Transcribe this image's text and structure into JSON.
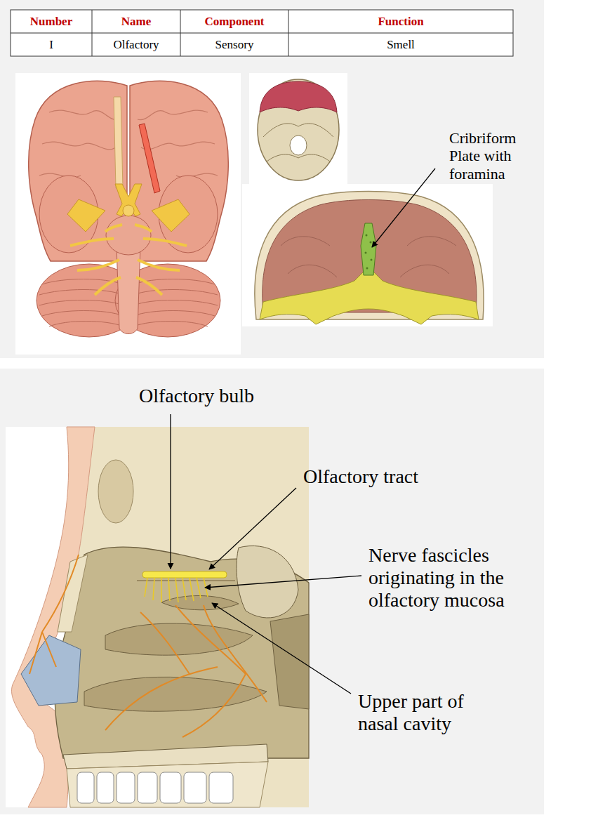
{
  "diagram": {
    "labels": [
      "Number",
      "Name",
      "Component",
      "Function",
      "I",
      "Olfactory",
      "Sensory",
      "Smell",
      "Cribriform Plate with foramina",
      "Olfactory bulb",
      "Olfactory tract",
      "Nerve fascicles originating in the olfactory mucosa",
      "Upper part of nasal cavity"
    ]
  }
}
